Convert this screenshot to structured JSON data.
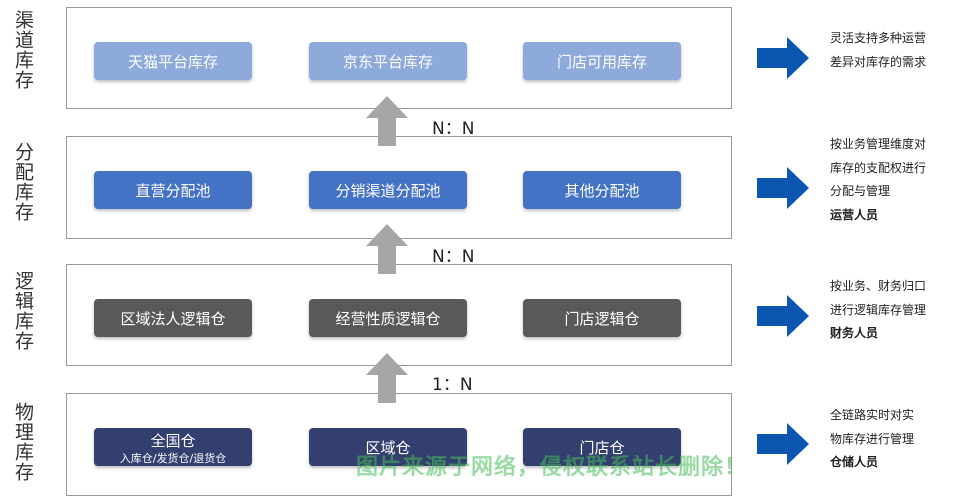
{
  "layers": [
    {
      "title": "渠道库存",
      "nodes": [
        {
          "label": "天猫平台库存"
        },
        {
          "label": "京东平台库存"
        },
        {
          "label": "门店可用库存"
        }
      ],
      "description_lines": [
        "灵活支持多种运营",
        "差异对库存的需求"
      ],
      "role": ""
    },
    {
      "title": "分配库存",
      "nodes": [
        {
          "label": "直营分配池"
        },
        {
          "label": "分销渠道分配池"
        },
        {
          "label": "其他分配池"
        }
      ],
      "description_lines": [
        "按业务管理维度对",
        "库存的支配权进行",
        "分配与管理"
      ],
      "role": "运营人员"
    },
    {
      "title": "逻辑库存",
      "nodes": [
        {
          "label": "区域法人逻辑仓"
        },
        {
          "label": "经营性质逻辑仓"
        },
        {
          "label": "门店逻辑仓"
        }
      ],
      "description_lines": [
        "按业务、财务归口",
        "进行逻辑库存管理"
      ],
      "role": "财务人员"
    },
    {
      "title": "物理库存",
      "nodes": [
        {
          "label": "全国仓",
          "sub": "入库仓/发货仓/退货仓"
        },
        {
          "label": "区域仓"
        },
        {
          "label": "门店仓"
        }
      ],
      "description_lines": [
        "全链路实时对实",
        "物库存进行管理"
      ],
      "role": "仓储人员"
    }
  ],
  "relations": [
    "N：N",
    "N：N",
    "1：N"
  ],
  "colors": {
    "channel": "#8eaadb",
    "allocation": "#4472c4",
    "logical": "#595959",
    "physical": "#333f6e",
    "up_arrow": "#a6a6a6",
    "right_arrow": "#0b56b0"
  },
  "watermark": "图片来源于网络，侵权联系站长删除！"
}
